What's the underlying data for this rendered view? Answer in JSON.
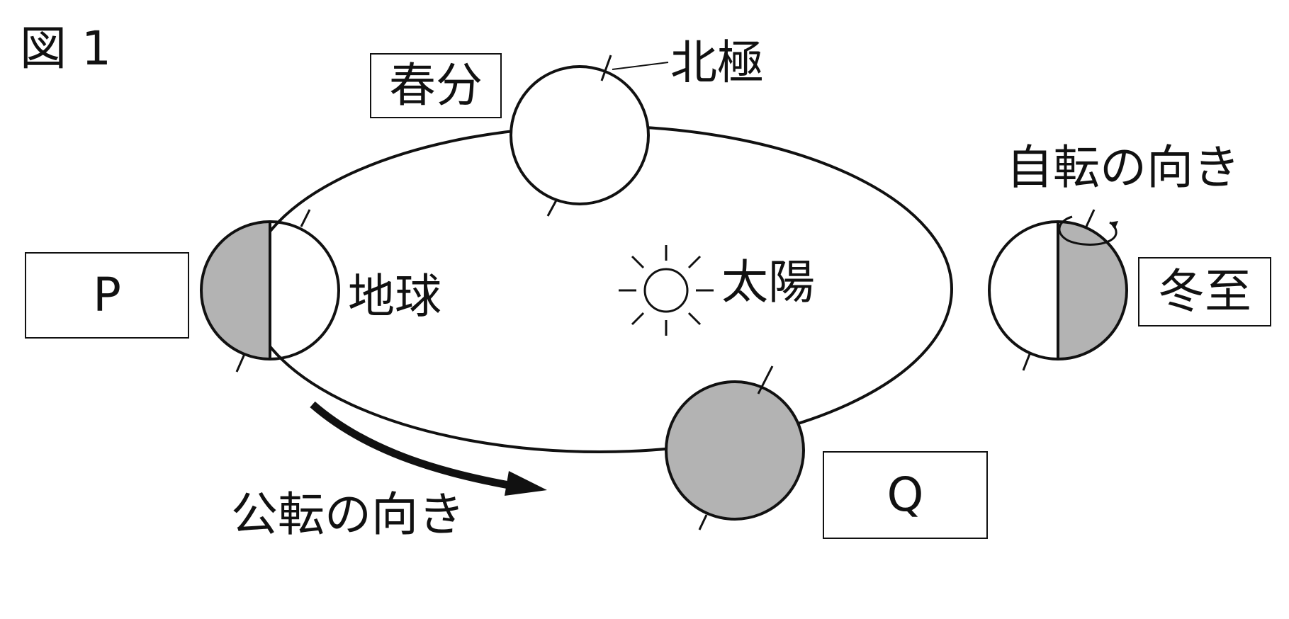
{
  "figure": {
    "label": "図 1"
  },
  "labels": {
    "spring_equinox": "春分",
    "north_pole": "北極",
    "rotation_direction": "自転の向き",
    "winter_solstice": "冬至",
    "earth": "地球",
    "sun": "太陽",
    "revolution_direction": "公転の向き",
    "position_p": "P",
    "position_q": "Q"
  },
  "colors": {
    "line": "#111111",
    "night_side": "#b3b3b3",
    "background": "#ffffff"
  },
  "icons": {
    "sun": "sun-icon",
    "earth": "earth-icon",
    "arrow": "arrow-icon"
  }
}
